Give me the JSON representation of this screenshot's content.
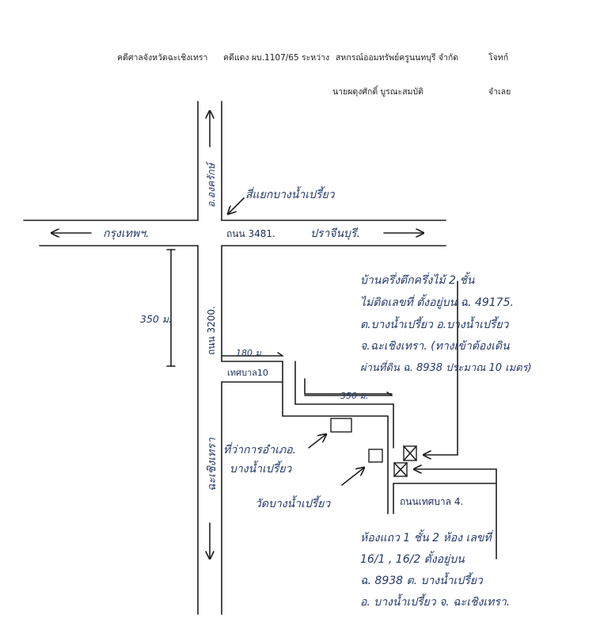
{
  "header": {
    "line1": {
      "court": "คดีศาลจังหวัดฉะเชิงเทรา",
      "case_no": "คดีแดง ผบ.1107/65 ระหว่าง",
      "plaintiff": "สหกรณ์ออมทรัพย์ครูนนทบุรี จำกัด",
      "plaintiff_role": "โจทก์"
    },
    "line2": {
      "defendant": "นายผดุงศักดิ์ บูรณะสมบัติ",
      "defendant_role": "จำเลย"
    }
  },
  "map": {
    "labels": {
      "road_north": "อ.องครักษ์",
      "junction": "สี่แยกบางน้ำเปรี้ยว",
      "west": "กรุงเทพฯ.",
      "highway": "ถนน 3481.",
      "east": "ปราจีนบุรี.",
      "dist_350_left": "350 ม.",
      "road_3200": "ถนน 3200.",
      "south": "ฉะเชิงเทรา",
      "dist_180": "180 ม.",
      "soi_10": "เทศบาล10",
      "dist_350_mid": "350 ม.",
      "district_office_1": "ที่ว่าการอำเภอ.",
      "district_office_2": "บางน้ำเปรี้ยว",
      "temple": "วัดบางน้ำเปรี้ยว",
      "soi_4": "ถนนเทศบาล 4.",
      "property1_line1": "บ้านครึ่งตึกครึ่งไม้ 2 ชั้น",
      "property1_line2": "ไม่ติดเลขที่ ตั้งอยู่บน ฉ. 49175.",
      "property1_line3": "ต.บางน้ำเปรี้ยว อ.บางน้ำเปรี้ยว",
      "property1_line4": "จ.ฉะเชิงเทรา. (ทางเข้าต้องเดิน",
      "property1_line5": "ผ่านที่ดิน ฉ. 8938 ประมาณ 10 เมตร)",
      "property2_line1": "ห้องแถว 1 ชั้น 2 ห้อง เลขที่",
      "property2_line2": "16/1 , 16/2 ตั้งอยู่บน",
      "property2_line3": "ฉ. 8938 ต. บางน้ำเปรี้ยว",
      "property2_line4": "อ. บางน้ำเปรี้ยว จ. ฉะเชิงเทรา."
    }
  }
}
